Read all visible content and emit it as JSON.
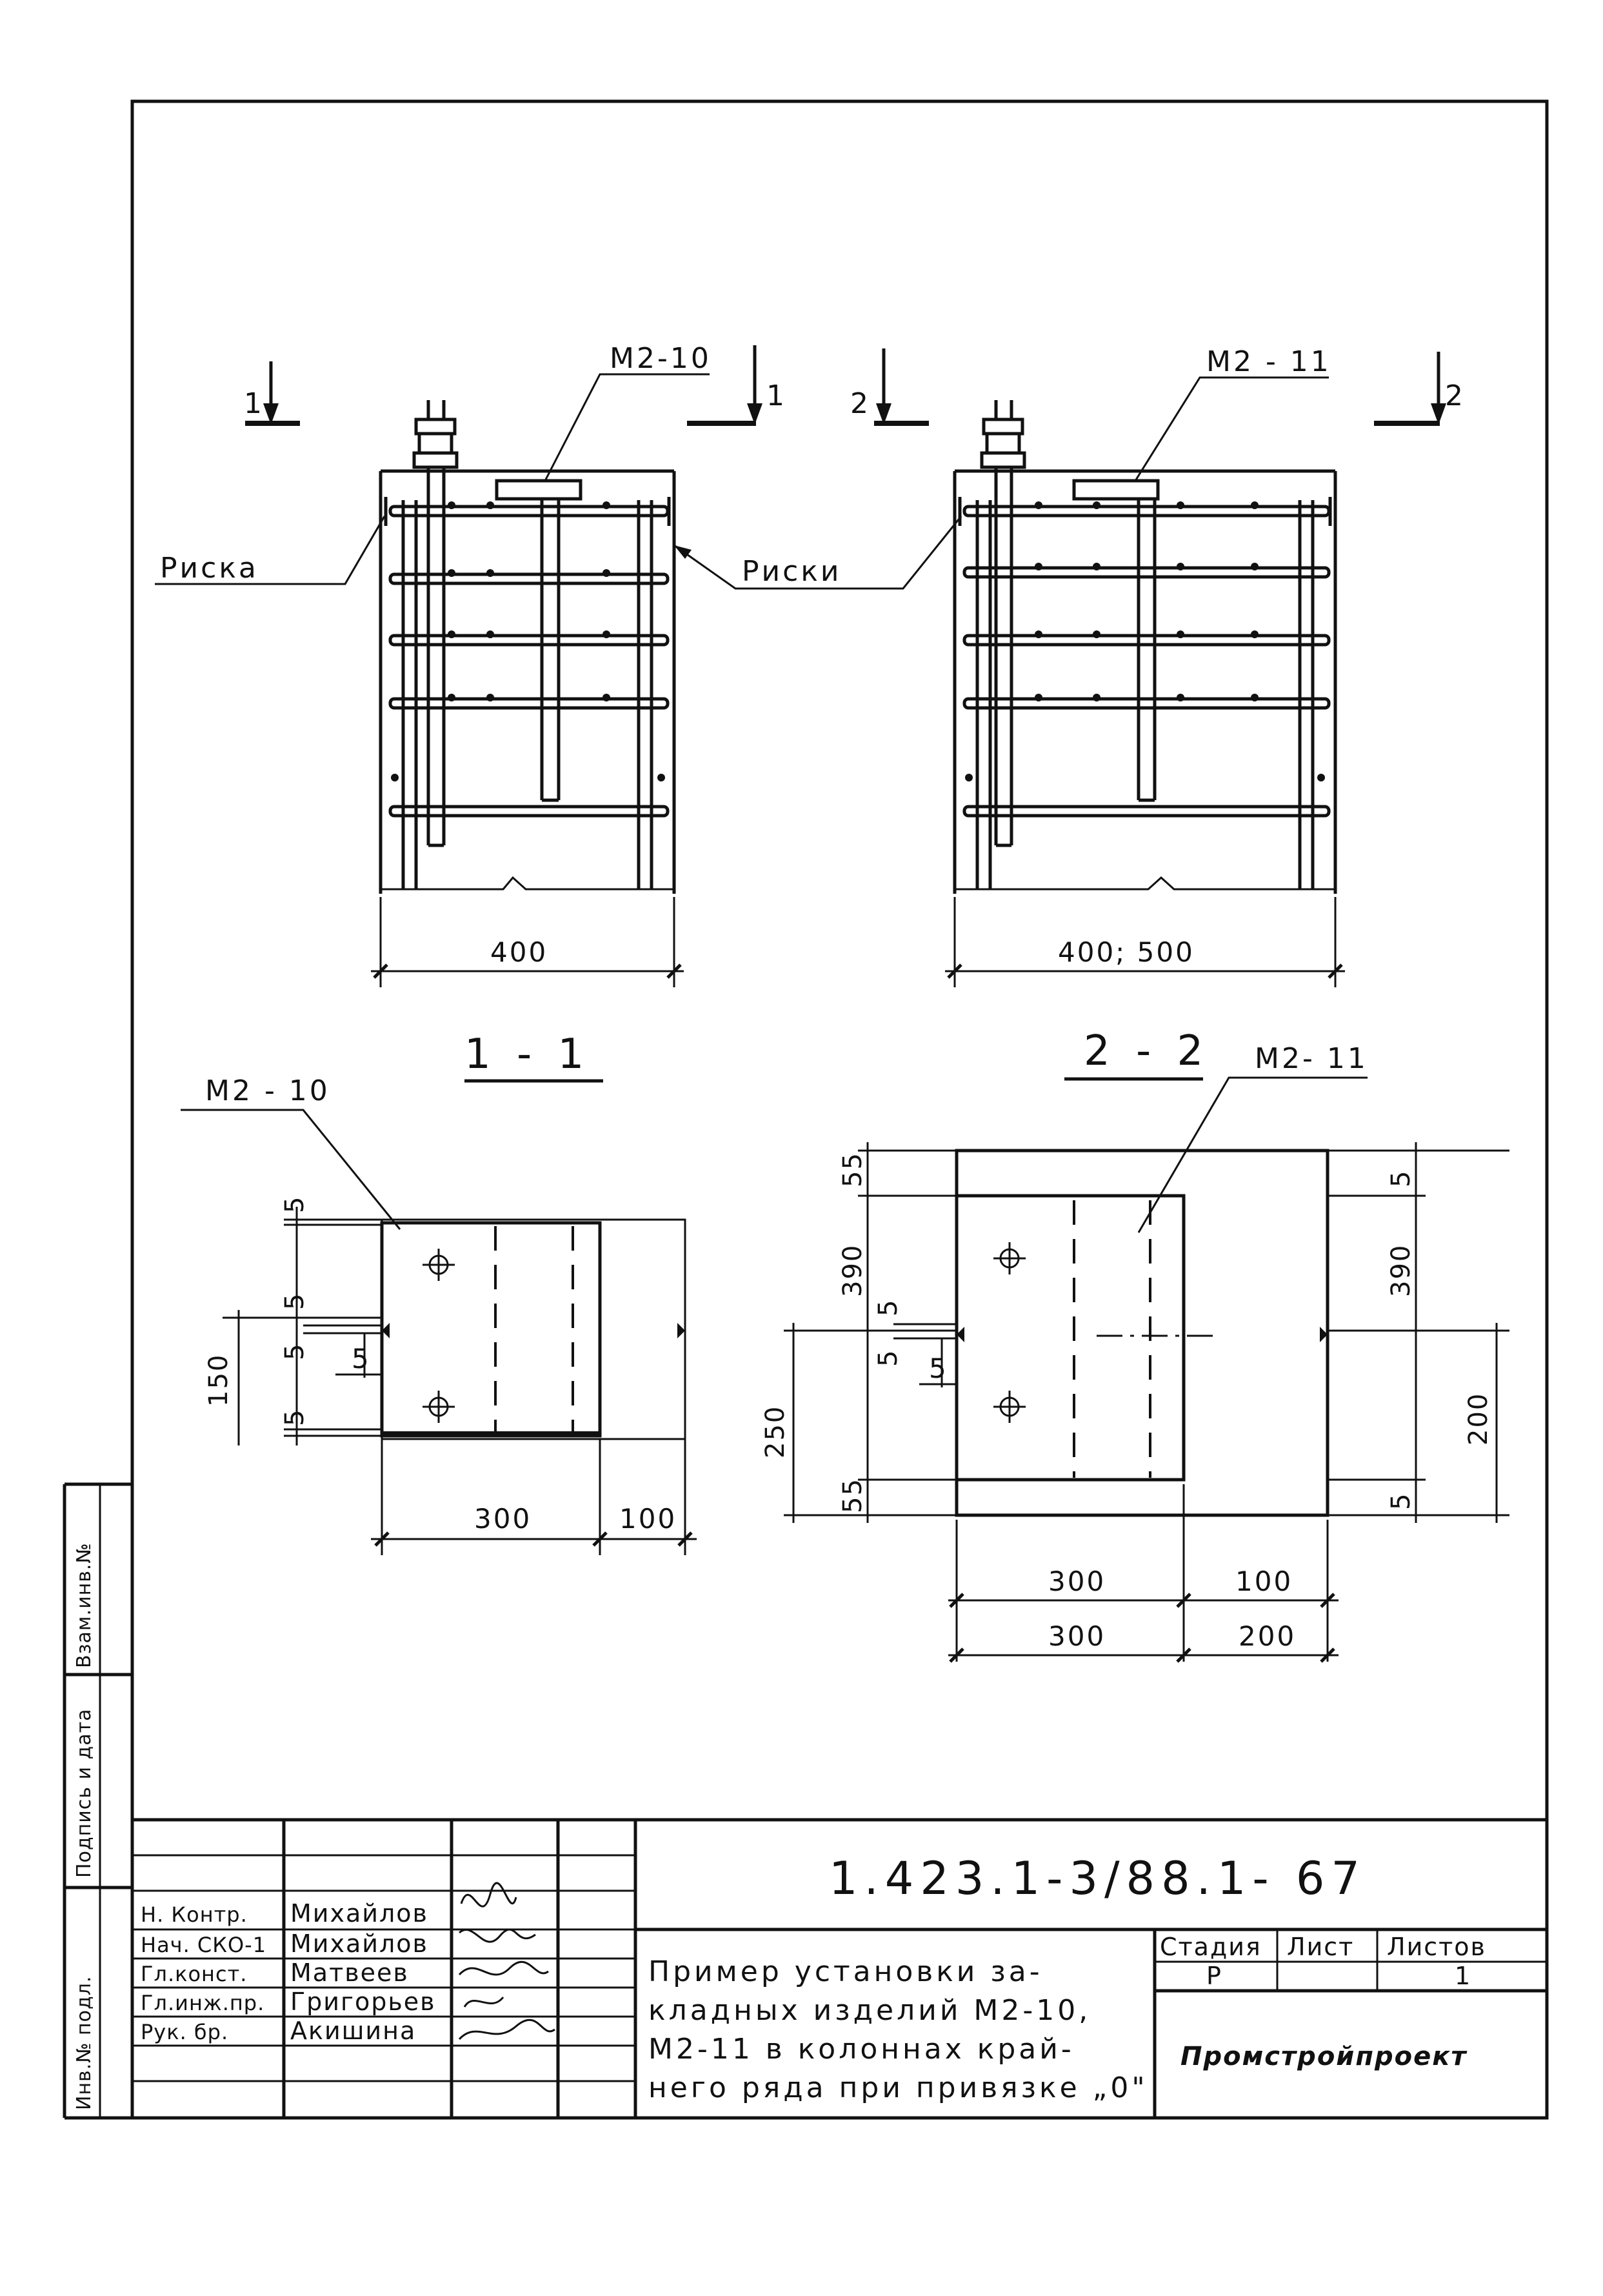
{
  "drawing": {
    "view_top_left": {
      "section_mark_left": "1",
      "section_mark_right": "1",
      "part_label": "М2-10",
      "note_label": "Риска",
      "width_dim": "400"
    },
    "view_top_right": {
      "section_mark_left": "2",
      "section_mark_right": "2",
      "part_label": "М2 - 11",
      "note_label": "Риски",
      "width_dim": "400; 500"
    },
    "section_1": {
      "title": "1 - 1",
      "part_label": "М2 - 10",
      "dims": {
        "gap_top": "5",
        "gap_mid_a": "5",
        "gap_mid_b": "5",
        "gap_mid_c": "5",
        "gap_bottom": "5",
        "height": "150",
        "width_main": "300",
        "width_extra": "100"
      }
    },
    "section_2": {
      "title": "2 - 2",
      "part_label": "М2- 11",
      "dims": {
        "top_left": "55",
        "upper_left": "390",
        "lower_left": "250",
        "bottom_left": "55",
        "gap_mid_a": "5",
        "gap_mid_b": "5",
        "gap_mid_c": "5",
        "right_top": "5",
        "right_upper": "390",
        "right_lower": "200",
        "right_bottom": "5",
        "width_row1_a": "300",
        "width_row1_b": "100",
        "width_row2_a": "300",
        "width_row2_b": "200"
      }
    }
  },
  "side_stamp": {
    "inv_orig": "Инв.№ подл.",
    "sign_date": "Подпись и дата",
    "inv_replace": "Взам.инв.№"
  },
  "title_block": {
    "doc_code": "1.423.1-3/88.1- 67",
    "title_lines": [
      "Пример установки за-",
      "кладных изделий М2-10,",
      "М2-11 в колоннах край-",
      "него ряда при привязке „0\""
    ],
    "stage_header": "Стадия",
    "sheet_header": "Лист",
    "sheets_header": "Листов",
    "stage_value": "Р",
    "sheet_value": "",
    "sheets_value": "1",
    "organization": "Промстройпроект",
    "roles": [
      {
        "role": "Н. Контр.",
        "name": "Михайлов"
      },
      {
        "role": "Нач. СКО-1",
        "name": "Михайлов"
      },
      {
        "role": "Гл.конст.",
        "name": "Матвеев"
      },
      {
        "role": "Гл.инж.пр.",
        "name": "Григорьев"
      },
      {
        "role": "Рук. бр.",
        "name": "Акишина"
      }
    ]
  }
}
